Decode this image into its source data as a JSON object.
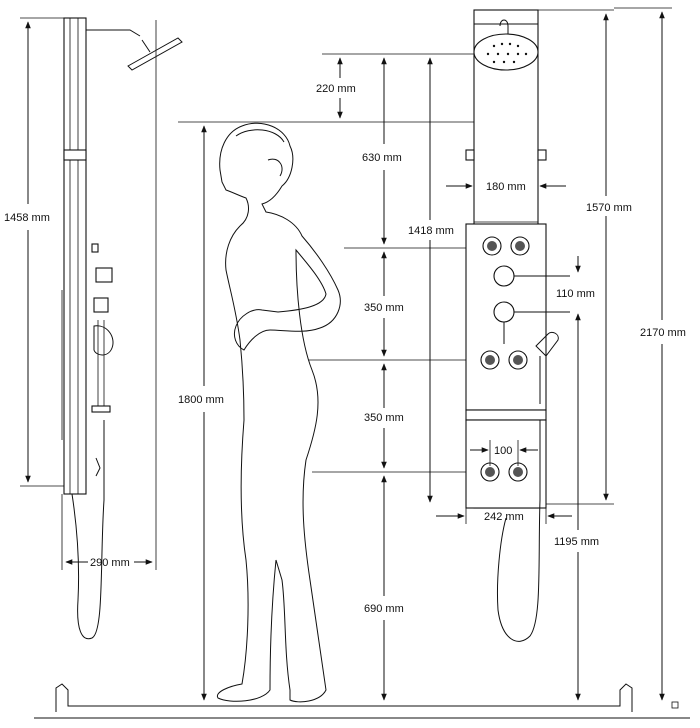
{
  "diagram": {
    "dimensions": {
      "side_height": "1458 mm",
      "side_depth": "290 mm",
      "head_clearance": "220 mm",
      "head_to_jet": "630 mm",
      "jet_spacing_upper": "350 mm",
      "jet_spacing_lower": "350 mm",
      "floor_to_jet": "690 mm",
      "person_height": "1800 mm",
      "jet_span": "1418 mm",
      "panel_width_top": "180 mm",
      "panel_height": "1570 mm",
      "total_height": "2170 mm",
      "control_spacing": "110 mm",
      "jet_pair_spacing": "100",
      "panel_width_bottom": "242 mm",
      "floor_to_handset": "1195 mm"
    }
  }
}
